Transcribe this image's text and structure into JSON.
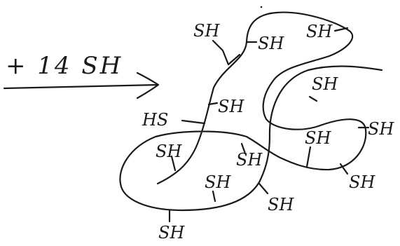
{
  "reagent": "+ 14 SH",
  "labels": {
    "l1": "SH",
    "l2": "SH",
    "l3": "SH",
    "l4": "SH",
    "l5": "HS",
    "l6": "SH",
    "l7": "SH",
    "l8": "SH",
    "l9": "SH",
    "l10": "SH",
    "l11": "SH",
    "l12": "SH",
    "l13": "SH",
    "l14": "SH"
  }
}
